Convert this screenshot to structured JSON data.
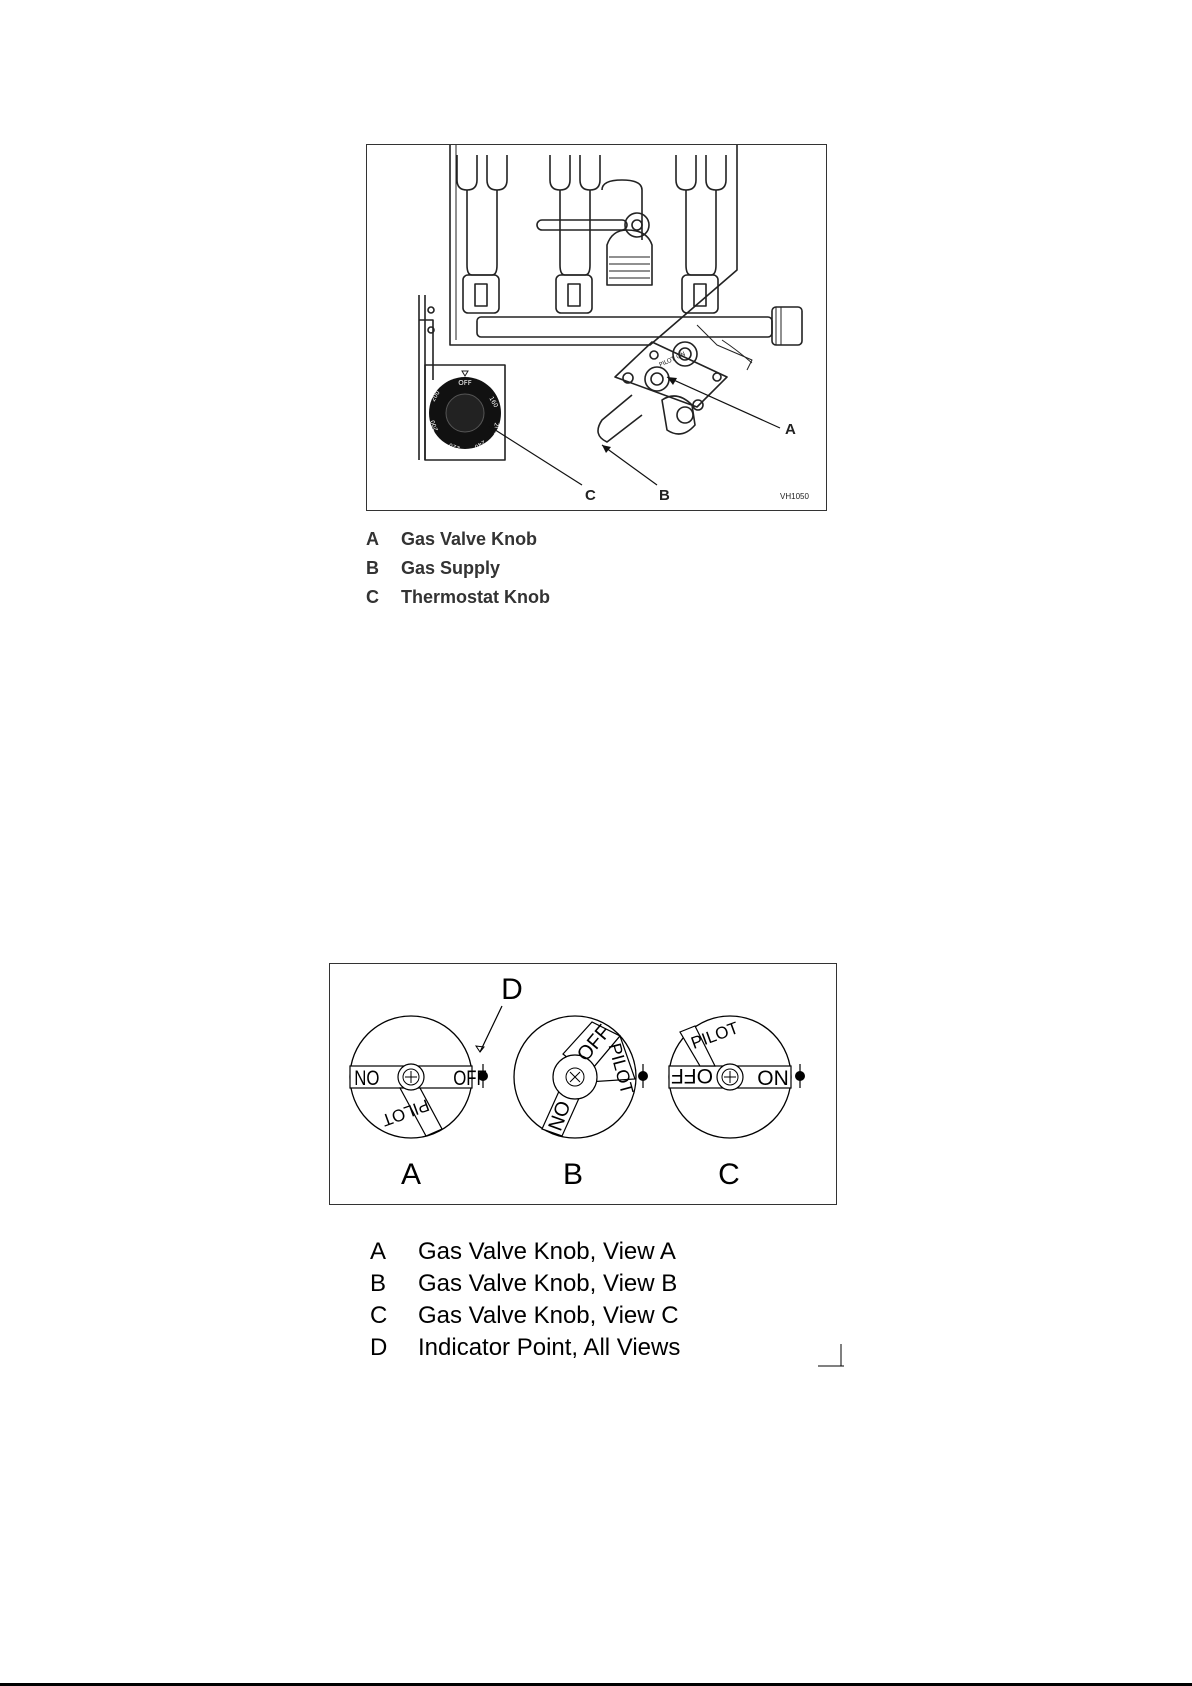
{
  "figure1": {
    "code": "VH1050",
    "callouts": {
      "a": "A",
      "b": "B",
      "c": "C"
    },
    "dial_labels": [
      "OFF",
      "160",
      "260",
      "240",
      "220",
      "200",
      "180",
      "170",
      "200"
    ],
    "valve_label": "PILOT ON"
  },
  "legend1": [
    {
      "key": "A",
      "text": "Gas Valve Knob"
    },
    {
      "key": "B",
      "text": "Gas Supply"
    },
    {
      "key": "C",
      "text": "Thermostat Knob"
    }
  ],
  "figure2": {
    "indicator": "D",
    "knob_a": {
      "left": "NO",
      "right": "OFF",
      "bottom": "PILOT",
      "caption": "A"
    },
    "knob_b": {
      "top": "OFF",
      "right": "PILOT",
      "bottom": "NO",
      "caption": "B"
    },
    "knob_c": {
      "top": "PILOT",
      "left": "OFF",
      "right": "ON",
      "caption": "C"
    }
  },
  "legend2": [
    {
      "key": "A",
      "text": "Gas Valve Knob, View A"
    },
    {
      "key": "B",
      "text": "Gas Valve Knob, View B"
    },
    {
      "key": "C",
      "text": "Gas Valve Knob, View C"
    },
    {
      "key": "D",
      "text": "Indicator Point, All Views"
    }
  ]
}
